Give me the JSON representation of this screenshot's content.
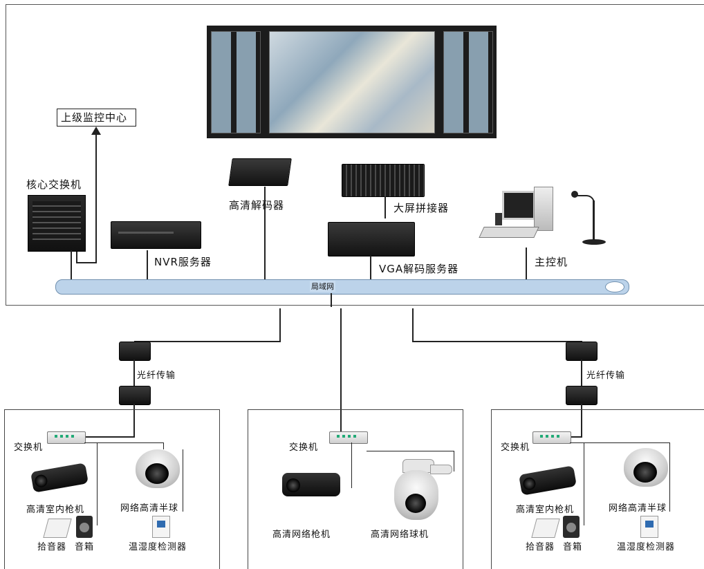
{
  "top": {
    "upper_center": "上级监控中心",
    "core_switch": "核心交换机",
    "hd_decoder": "高清解码器",
    "splicer": "大屏拼接器",
    "nvr": "NVR服务器",
    "vga_server": "VGA解码服务器",
    "host": "主控机",
    "lan": "局域网"
  },
  "branches": [
    {
      "fiber_label": "光纤传输",
      "switch": "交换机",
      "indoor_cam": "高清室内枪机",
      "dome_cam": "网络高清半球",
      "pickup": "拾音器",
      "speaker": "音箱",
      "sensor": "温湿度检测器"
    },
    {
      "switch": "交换机",
      "net_gun": "高清网络枪机",
      "net_ball": "高清网络球机"
    },
    {
      "fiber_label": "光纤传输",
      "switch": "交换机",
      "indoor_cam": "高清室内枪机",
      "dome_cam": "网络高清半球",
      "pickup": "拾音器",
      "speaker": "音箱",
      "sensor": "温湿度检测器"
    }
  ],
  "colors": {
    "lan_pipe": "#bcd3ea",
    "lan_pipe_edge": "#6f8fae",
    "video_wall": "#1c1c1c"
  },
  "icons": [
    "video-wall",
    "core-switch-rack",
    "decoder-box",
    "splicer-box",
    "nvr-server",
    "vga-server",
    "workstation",
    "microphone",
    "fiber-converter",
    "network-switch",
    "bullet-camera",
    "dome-camera",
    "ptz-camera",
    "pickup-device",
    "speaker",
    "sensor-device"
  ]
}
